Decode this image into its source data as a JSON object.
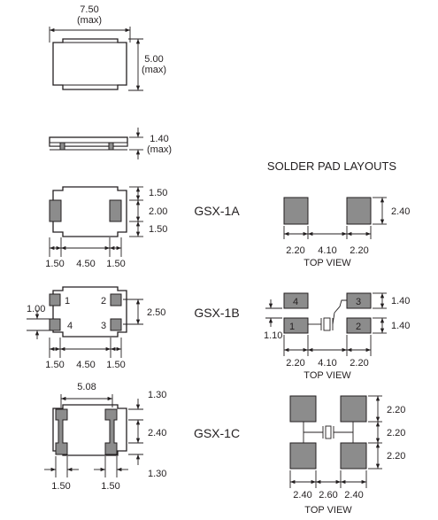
{
  "top_package": {
    "width_value": "7.50",
    "width_note": "(max)",
    "height_value": "5.00",
    "height_note": "(max)",
    "thickness_value": "1.40",
    "thickness_note": "(max)"
  },
  "solder_title": "SOLDER PAD LAYOUTS",
  "gsx1a": {
    "label": "GSX-1A",
    "pkg_v1": "1.50",
    "pkg_v2": "2.00",
    "pkg_v3": "1.50",
    "pkg_h1": "1.50",
    "pkg_h2": "4.50",
    "pkg_h3": "1.50",
    "pad_h1": "2.20",
    "pad_h2": "4.10",
    "pad_h3": "2.20",
    "pad_v": "2.40",
    "view": "TOP VIEW"
  },
  "gsx1b": {
    "label": "GSX-1B",
    "pkg_pins": [
      "1",
      "2",
      "4",
      "3"
    ],
    "pkg_left_dim": "1.00",
    "pkg_right_dim": "2.50",
    "pkg_h1": "1.50",
    "pkg_h2": "4.50",
    "pkg_h3": "1.50",
    "pad_pins": [
      "4",
      "3",
      "1",
      "2"
    ],
    "pad_left_dim": "1.10",
    "pad_v1": "1.40",
    "pad_v2": "1.40",
    "pad_h1": "2.20",
    "pad_h2": "4.10",
    "pad_h3": "2.20",
    "view": "TOP VIEW"
  },
  "gsx1c": {
    "label": "GSX-1C",
    "pkg_top": "5.08",
    "pkg_v1": "1.30",
    "pkg_v2": "2.40",
    "pkg_v3": "1.30",
    "pkg_h1": "1.50",
    "pkg_h2": "1.50",
    "pad_v1": "2.20",
    "pad_v2": "2.20",
    "pad_v3": "2.20",
    "pad_h1": "2.40",
    "pad_h2": "2.60",
    "pad_h3": "2.40",
    "view": "TOP VIEW"
  }
}
